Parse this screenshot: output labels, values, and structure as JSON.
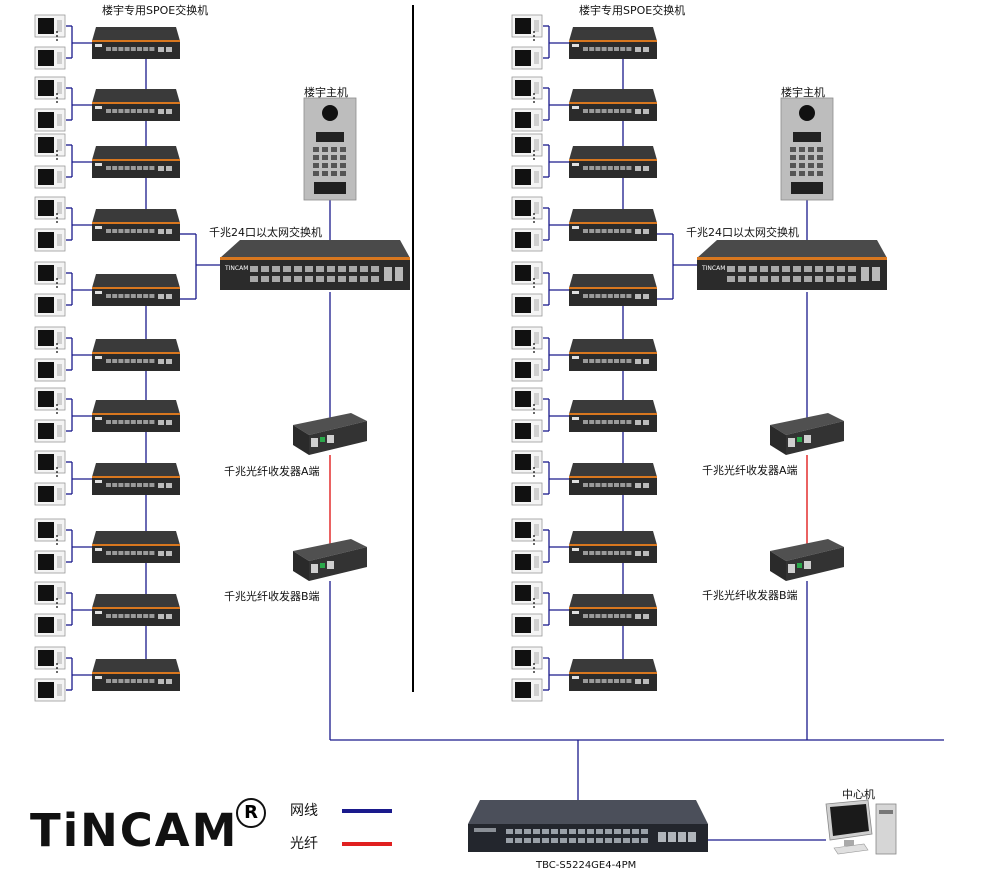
{
  "labels": {
    "spoe_switch": "楼宇专用SPOE交换机",
    "building_host": "楼宇主机",
    "gigabit_switch": "千兆24口以太网交换机",
    "fiber_a": "千兆光纤收发器A端",
    "fiber_b": "千兆光纤收发器B端",
    "core_switch_model": "TBC-S5224GE4-4PM",
    "central_machine": "中心机",
    "switch_logo": "TINCAM"
  },
  "brand": {
    "name": "TiNCAM",
    "registered": "R"
  },
  "legend": {
    "network": {
      "label": "网线",
      "color": "#1a1a8c"
    },
    "fiber": {
      "label": "光纤",
      "color": "#e02020"
    }
  },
  "colors": {
    "network_line": "#1a1a8c",
    "fiber_line": "#e02020",
    "switch_body": "#2b2b2b",
    "switch_stripe": "#d8771f",
    "host_panel": "#bdbdbd",
    "divider": "#000000"
  }
}
